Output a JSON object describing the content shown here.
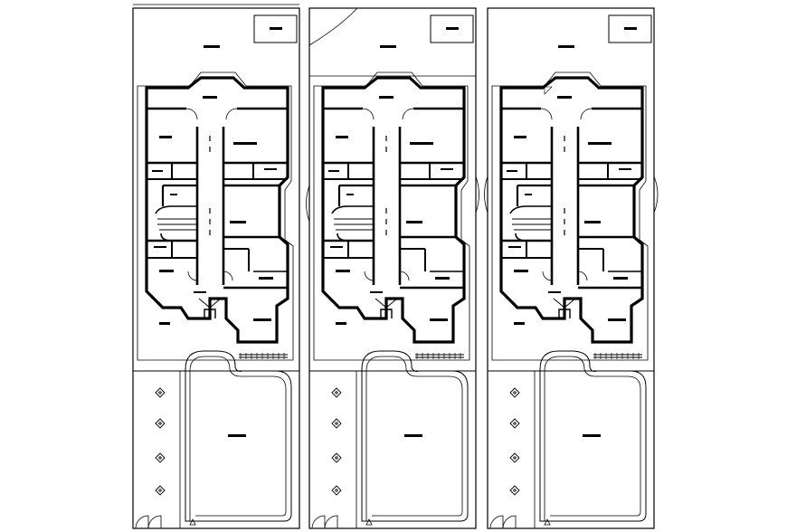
{
  "drawing": {
    "plans": [
      {
        "id": "plan-1",
        "room_labels_rendered_as_marks": true
      },
      {
        "id": "plan-2",
        "room_labels_rendered_as_marks": true
      },
      {
        "id": "plan-3",
        "room_labels_rendered_as_marks": true
      }
    ],
    "colors": {
      "line": "#000000",
      "background": "#ffffff"
    }
  }
}
